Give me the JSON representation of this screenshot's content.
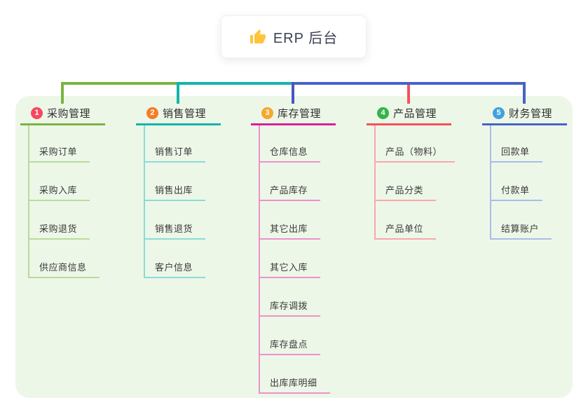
{
  "root": {
    "label": "ERP 后台",
    "icon": "thumbs-up-icon"
  },
  "colors": {
    "panel_bg": "#edf7e8",
    "root_line": "#4a54c6",
    "card_bg": "#ffffff",
    "root_text": "#3b4252",
    "thumb_icon": "#fdc53a"
  },
  "branches": [
    {
      "number": "1",
      "label": "采购管理",
      "colors": {
        "badge": "#f5495e",
        "line": "#7cb342",
        "subline": "#b7dc9b"
      },
      "items": [
        "采购订单",
        "采购入库",
        "采购退货",
        "供应商信息"
      ]
    },
    {
      "number": "2",
      "label": "销售管理",
      "colors": {
        "badge": "#f57d28",
        "line": "#13b5ab",
        "subline": "#8adcd5"
      },
      "items": [
        "销售订单",
        "销售出库",
        "销售退货",
        "客户信息"
      ]
    },
    {
      "number": "3",
      "label": "库存管理",
      "colors": {
        "badge": "#f7a72b",
        "line": "#d6219c",
        "subline": "#eb92cc"
      },
      "items": [
        "仓库信息",
        "产品库存",
        "其它出库",
        "其它入库",
        "库存调拨",
        "库存盘点",
        "出库库明细"
      ]
    },
    {
      "number": "4",
      "label": "产品管理",
      "colors": {
        "badge": "#35b44a",
        "line": "#f5515c",
        "subline": "#f7a8ad"
      },
      "items": [
        "产品（物料）",
        "产品分类",
        "产品单位"
      ]
    },
    {
      "number": "5",
      "label": "财务管理",
      "colors": {
        "badge": "#41a0e0",
        "line": "#4863c8",
        "subline": "#a9bde9"
      },
      "items": [
        "回款单",
        "付款单",
        "结算账户"
      ]
    }
  ]
}
